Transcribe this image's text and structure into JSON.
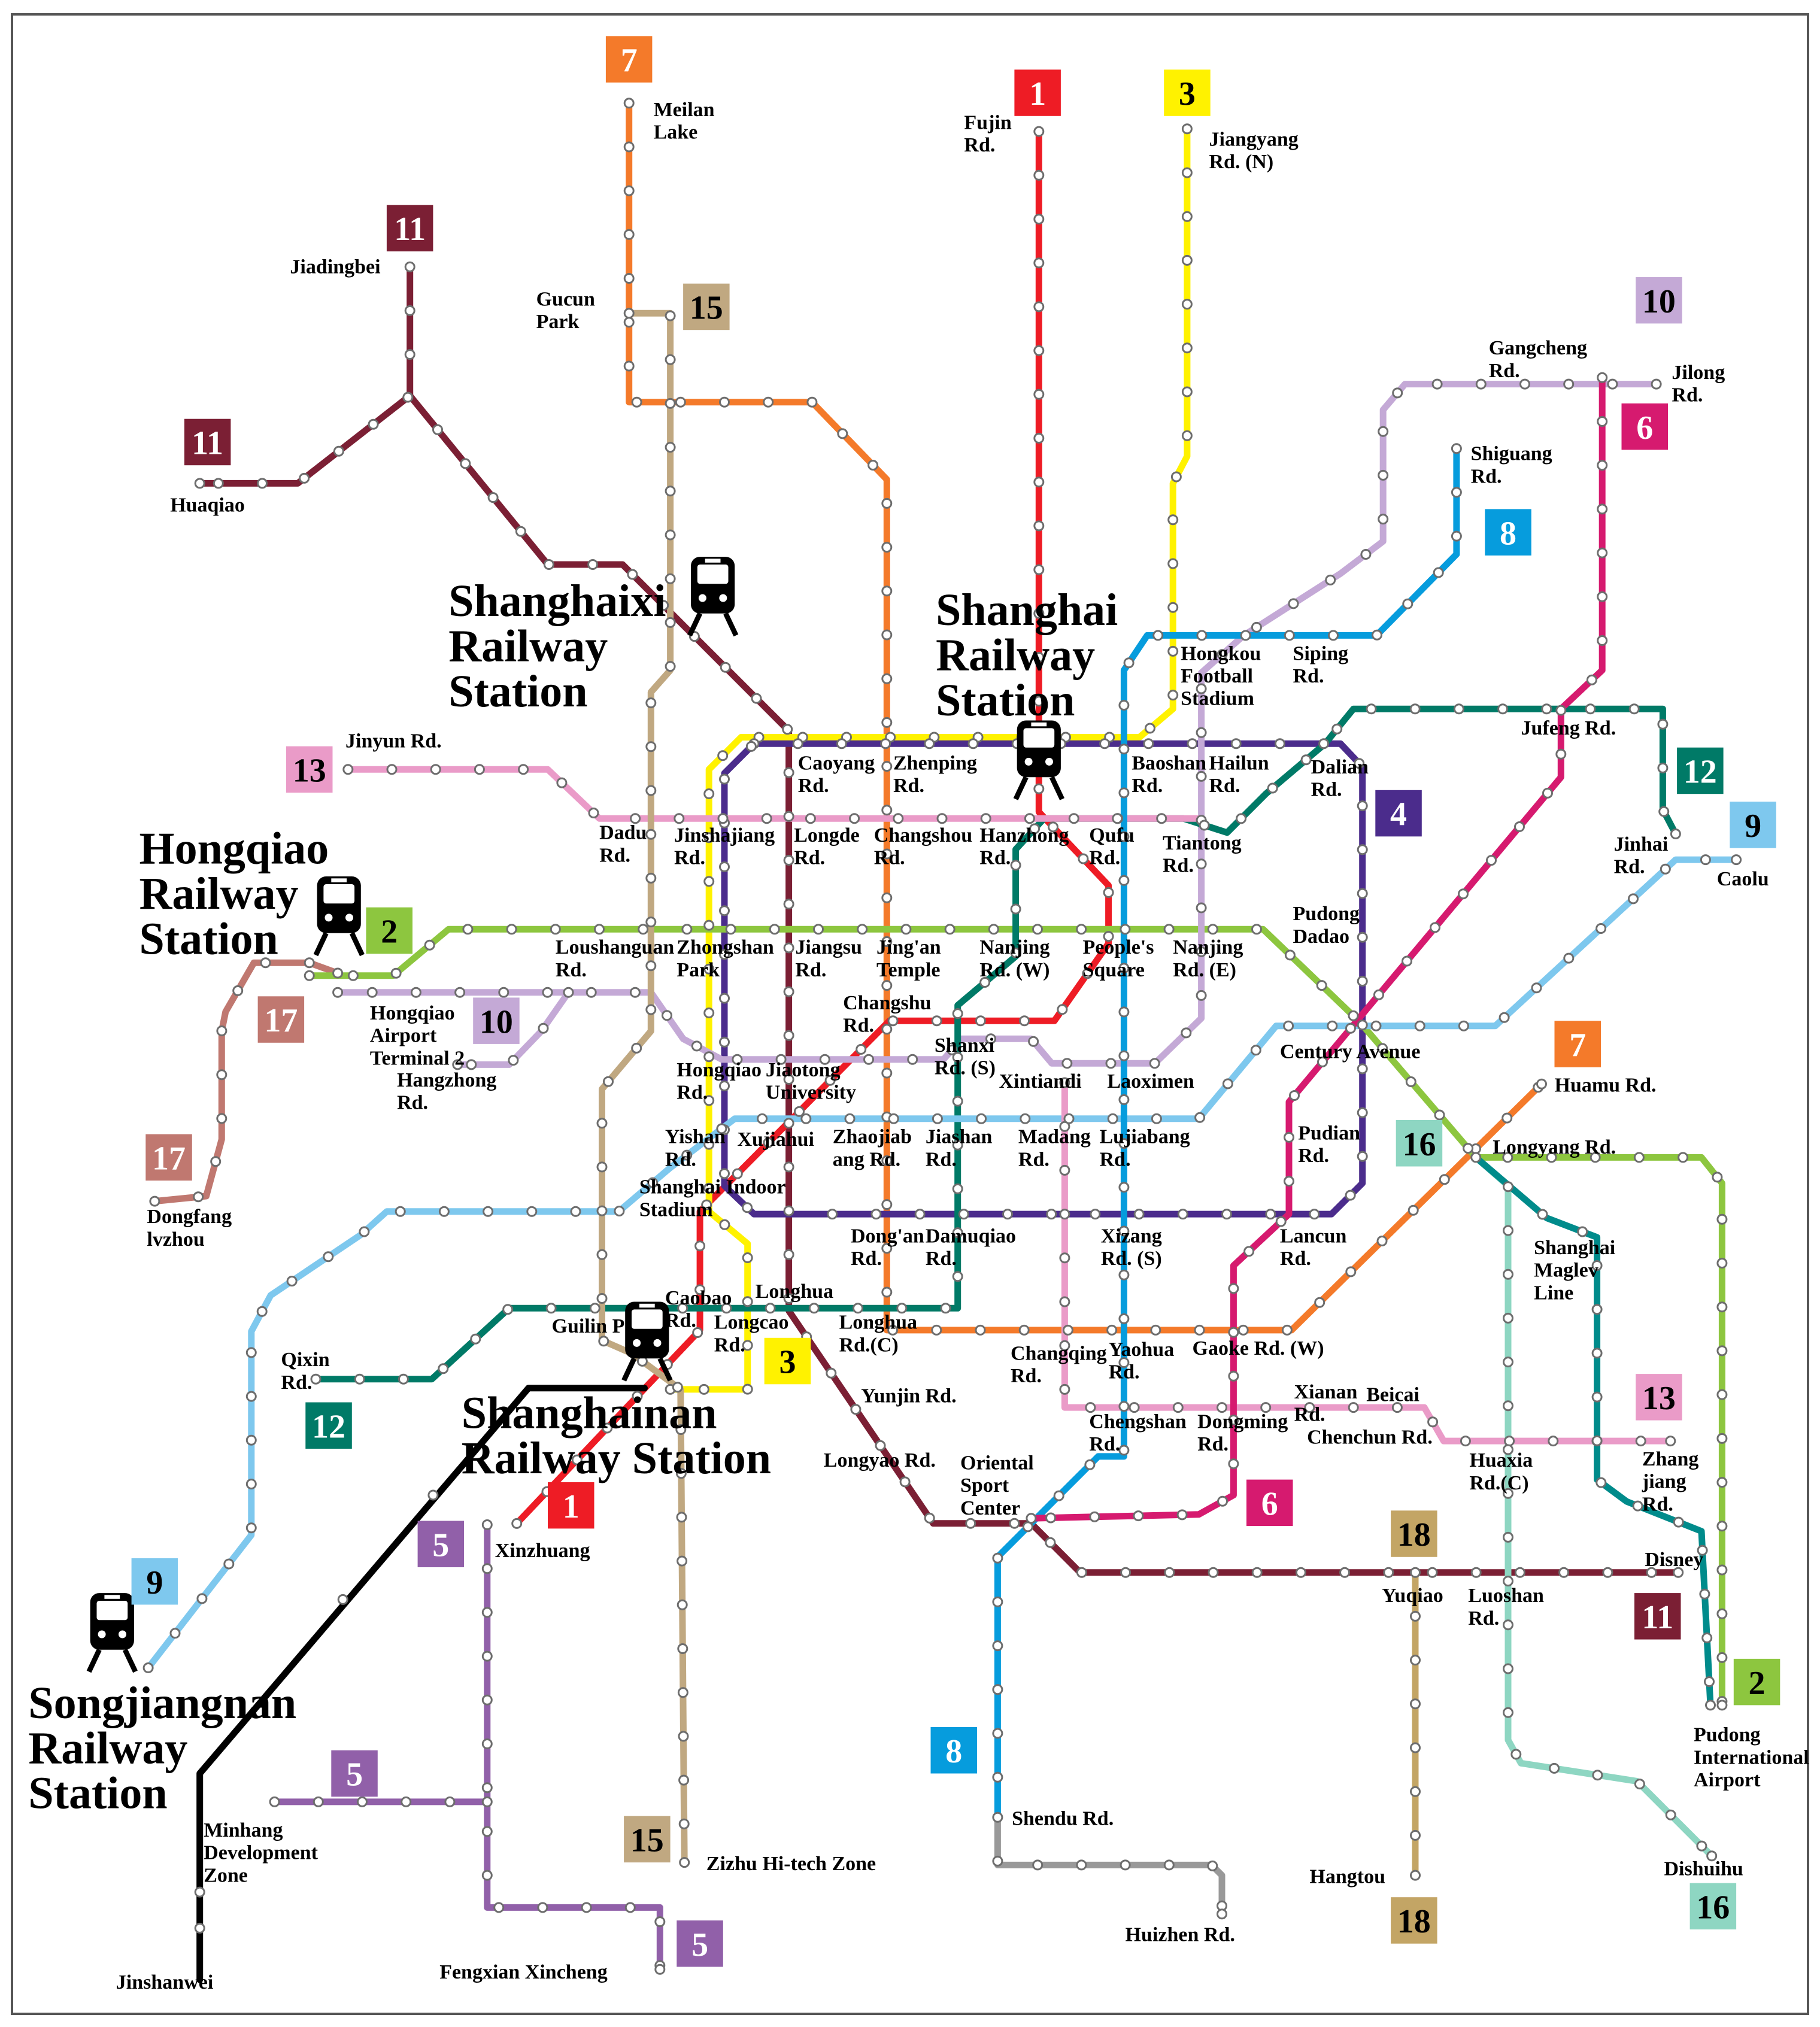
{
  "title": "",
  "lines": {
    "1": {
      "color": "#ee1c25",
      "number": "1"
    },
    "2": {
      "color": "#8dc63f",
      "number": "2"
    },
    "3": {
      "color": "#fff200",
      "number": "3"
    },
    "4": {
      "color": "#4b2c8c",
      "number": "4"
    },
    "5": {
      "color": "#9160a9",
      "number": "5"
    },
    "6": {
      "color": "#d61a6f",
      "number": "6"
    },
    "7": {
      "color": "#f47a2a",
      "number": "7"
    },
    "8": {
      "color": "#069cdd",
      "number": "8"
    },
    "9": {
      "color": "#7ec8ee",
      "number": "9"
    },
    "10": {
      "color": "#c4a9d6",
      "number": "10"
    },
    "11": {
      "color": "#7b1f34",
      "number": "11"
    },
    "12": {
      "color": "#007a67",
      "number": "12"
    },
    "13": {
      "color": "#ea9bc8",
      "number": "13"
    },
    "15": {
      "color": "#c0a881",
      "number": "15"
    },
    "16": {
      "color": "#8ed6c2",
      "number": "16"
    },
    "17": {
      "color": "#c07870",
      "number": "17"
    },
    "18": {
      "color": "#c3a565",
      "number": "18"
    },
    "maglev": {
      "color": "#008b8b"
    },
    "jinshan": {
      "color": "#000000"
    },
    "ext8": {
      "color": "#999999"
    }
  },
  "railway_stations": {
    "shanghaixi": [
      "Shanghaixi",
      "Railway",
      "Station"
    ],
    "shanghai": [
      "Shanghai",
      "Railway",
      "Station"
    ],
    "hongqiao": [
      "Hongqiao",
      "Railway",
      "Station"
    ],
    "shanghainan": [
      "Shanghainan",
      "Railway Station"
    ],
    "songjiangnan": [
      "Songjiangnan",
      "Railway",
      "Station"
    ]
  },
  "stations": {
    "meilan": [
      "Meilan",
      "Lake"
    ],
    "fujin": [
      "Fujin",
      "Rd."
    ],
    "jiangyang": [
      "Jiangyang",
      "Rd. (N)"
    ],
    "jiadingbei": [
      "Jiadingbei"
    ],
    "gucun": [
      "Gucun",
      "Park"
    ],
    "huaqiao": [
      "Huaqiao"
    ],
    "gangcheng": [
      "Gangcheng",
      "Rd."
    ],
    "jilong": [
      "Jilong",
      "Rd."
    ],
    "shiguang": [
      "Shiguang",
      "Rd."
    ],
    "hongkou": [
      "Hongkou",
      "Football",
      "Stadium"
    ],
    "siping": [
      "Siping",
      "Rd."
    ],
    "jufeng": [
      "Jufeng Rd."
    ],
    "jinyun": [
      "Jinyun Rd."
    ],
    "caoyang": [
      "Caoyang",
      "Rd."
    ],
    "zhenping": [
      "Zhenping",
      "Rd."
    ],
    "baoshan": [
      "Baoshan",
      "Rd."
    ],
    "hailun": [
      "Hailun",
      "Rd."
    ],
    "dalian": [
      "Dalian",
      "Rd."
    ],
    "dadu": [
      "Dadu",
      "Rd."
    ],
    "jinshajiang": [
      "Jinshajiang",
      "Rd."
    ],
    "longde": [
      "Longde",
      "Rd."
    ],
    "changshou": [
      "Changshou",
      "Rd."
    ],
    "hanzhong": [
      "Hanzhong",
      "Rd."
    ],
    "qufu": [
      "Qufu",
      "Rd."
    ],
    "tiantong": [
      "Tiantong",
      "Rd."
    ],
    "jinhai": [
      "Jinhai",
      "Rd."
    ],
    "caolu": [
      "Caolu"
    ],
    "loushanguan": [
      "Loushanguan",
      "Rd."
    ],
    "zhongshanpark": [
      "Zhongshan",
      "Park"
    ],
    "jiangsu": [
      "Jiangsu",
      "Rd."
    ],
    "jingan": [
      "Jing'an",
      "Temple"
    ],
    "nanjingw": [
      "Nanjing",
      "Rd. (W)"
    ],
    "peoples": [
      "People's",
      "Square"
    ],
    "nanjinge": [
      "Nanjing",
      "Rd. (E)"
    ],
    "pudongdadao": [
      "Pudong",
      "Dadao"
    ],
    "hongqiaot2": [
      "Hongqiao",
      "Airport",
      "Terminal 2"
    ],
    "hangzhong": [
      "Hangzhong",
      "Rd."
    ],
    "changshu": [
      "Changshu",
      "Rd."
    ],
    "shanxi": [
      "Shanxi",
      "Rd. (S)"
    ],
    "xintiandi": [
      "Xintiandi"
    ],
    "laoximen": [
      "Laoximen"
    ],
    "century": [
      "Century Avenue"
    ],
    "hongqiaord": [
      "Hongqiao",
      "Rd."
    ],
    "jiaotong": [
      "Jiaotong",
      "University"
    ],
    "huamu": [
      "Huamu Rd."
    ],
    "dongfang": [
      "Dongfang",
      "lvzhou"
    ],
    "yishan": [
      "Yishan",
      "Rd."
    ],
    "xujiahui": [
      "Xujiahui"
    ],
    "zhaojiabang": [
      "Zhaojiab",
      "ang Rd."
    ],
    "jiashan": [
      "Jiashan",
      "Rd."
    ],
    "madang": [
      "Madang",
      "Rd."
    ],
    "lujiabang": [
      "Lujiabang",
      "Rd."
    ],
    "pudian": [
      "Pudian",
      "Rd."
    ],
    "longyang": [
      "Longyang Rd."
    ],
    "stadium": [
      "Shanghai Indoor",
      "Stadium"
    ],
    "dongan": [
      "Dong'an",
      "Rd."
    ],
    "damuqiao": [
      "Damuqiao",
      "Rd."
    ],
    "xizang": [
      "Xizang",
      "Rd. (S)"
    ],
    "lancun": [
      "Lancun",
      "Rd."
    ],
    "maglev": [
      "Shanghai",
      "Maglev",
      "Line"
    ],
    "caobao": [
      "Caobao",
      "Rd."
    ],
    "longhua": [
      "Longhua"
    ],
    "guilin": [
      "Guilin P"
    ],
    "qixin": [
      "Qixin",
      "Rd."
    ],
    "longcao": [
      "Longcao",
      "Rd."
    ],
    "longhuac": [
      "Longhua",
      "Rd.(C)"
    ],
    "changqing": [
      "Changqing",
      "Rd."
    ],
    "yaohua": [
      "Yaohua",
      "Rd."
    ],
    "gaoke": [
      "Gaoke Rd. (W)"
    ],
    "yunjin": [
      "Yunjin Rd."
    ],
    "xianan": [
      "Xianan",
      "Rd."
    ],
    "beicai": [
      "Beicai"
    ],
    "chenchun": [
      "Chenchun Rd."
    ],
    "longyao": [
      "Longyao Rd."
    ],
    "chengshan": [
      "Chengshan",
      "Rd."
    ],
    "dongming": [
      "Dongming",
      "Rd."
    ],
    "huaxia": [
      "Huaxia",
      "Rd.(C)"
    ],
    "zhangjiang": [
      "Zhang",
      "jiang",
      "Rd."
    ],
    "oriental": [
      "Oriental",
      "Sport",
      "Center"
    ],
    "xinzhuang": [
      "Xinzhuang"
    ],
    "disney": [
      "Disney"
    ],
    "yuqiao": [
      "Yuqiao"
    ],
    "luoshan": [
      "Luoshan",
      "Rd."
    ],
    "pudongairport": [
      "Pudong",
      "International",
      "Airport"
    ],
    "minhang": [
      "Minhang",
      "Development",
      "Zone"
    ],
    "shendu": [
      "Shendu Rd."
    ],
    "zizhu": [
      "Zizhu Hi-tech Zone"
    ],
    "hangtou": [
      "Hangtou"
    ],
    "dishuihu": [
      "Dishuihu"
    ],
    "jinshanwei": [
      "Jinshanwei"
    ],
    "fengxian": [
      "Fengxian Xincheng"
    ],
    "huizhen": [
      "Huizhen Rd."
    ]
  }
}
